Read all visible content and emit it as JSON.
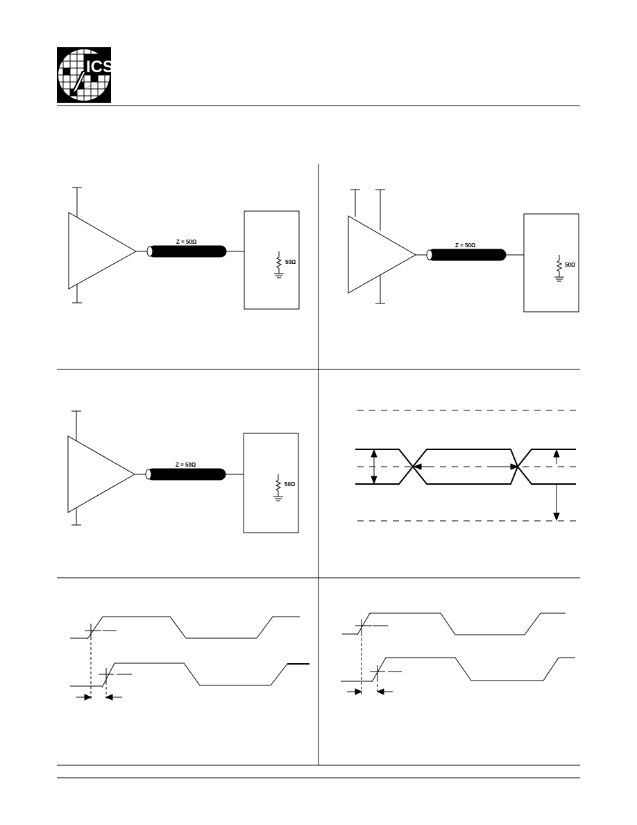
{
  "logo": {
    "text": "ICS",
    "icon": "ics-logo-icon"
  },
  "panels": {
    "top_left": {
      "cable_label": "Z = 50Ω",
      "resistor_label": "50Ω"
    },
    "top_right": {
      "cable_label": "Z = 50Ω",
      "resistor_label": "50Ω"
    },
    "middle_left": {
      "cable_label": "Z = 50Ω",
      "resistor_label": "50Ω"
    }
  },
  "colors": {
    "ink": "#000000",
    "background": "#ffffff"
  }
}
